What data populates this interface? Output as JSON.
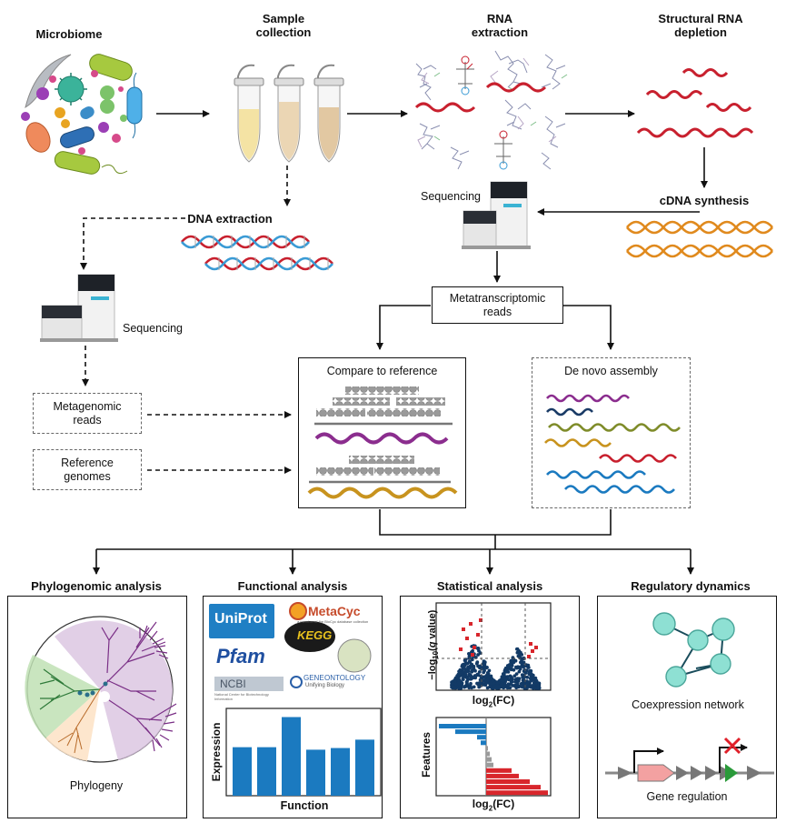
{
  "top": {
    "microbiome": "Microbiome",
    "sample_collection": "Sample\ncollection",
    "rna_extraction": "RNA\nextraction",
    "structural_rna_depletion": "Structural RNA\ndepletion",
    "cdna_synthesis": "cDNA synthesis",
    "dna_extraction": "DNA extraction",
    "sequencing_right": "Sequencing",
    "sequencing_left": "Sequencing"
  },
  "middle": {
    "metatranscriptomic_reads": "Metatranscriptomic\nreads",
    "metagenomic_reads": "Metagenomic\nreads",
    "reference_genomes": "Reference\ngenomes",
    "compare_to_reference": "Compare to reference",
    "de_novo_assembly": "De novo assembly"
  },
  "analyses": {
    "phylogenomic": {
      "title": "Phylogenomic analysis",
      "caption": "Phylogeny"
    },
    "functional": {
      "title": "Functional analysis",
      "logos": {
        "uniprot": "UniProt",
        "metacyc": "MetaCyc",
        "metacyc_sub": "a member of the BioCyc database collection",
        "kegg": "KEGG",
        "pfam": "Pfam",
        "ncbi": "NCBI",
        "ncbi_sub": "National Center for Biotechnology Information",
        "go_gene": "GENE",
        "go_ontology": "ONTOLOGY",
        "go_sub": "Unifying Biology"
      },
      "chart": {
        "xlabel": "Function",
        "ylabel": "Expression"
      }
    },
    "statistical": {
      "title": "Statistical analysis",
      "volcano": {
        "xlabel": "log2(FC)",
        "ylabel": "−log10(q value)"
      },
      "bars": {
        "xlabel": "log2(FC)",
        "ylabel": "Features"
      }
    },
    "regulatory": {
      "title": "Regulatory dynamics",
      "coexpression": "Coexpression network",
      "gene_regulation": "Gene regulation"
    }
  },
  "colors": {
    "rna_red": "#c8202e",
    "dna_blue": "#3a9bd5",
    "cdna_orange": "#e08a1e",
    "bar_blue": "#1b7ac0",
    "volcano_navy": "#123a66",
    "volcano_red": "#d8262c",
    "network_teal": "#7fd6c8",
    "purple": "#8b2d8e"
  }
}
